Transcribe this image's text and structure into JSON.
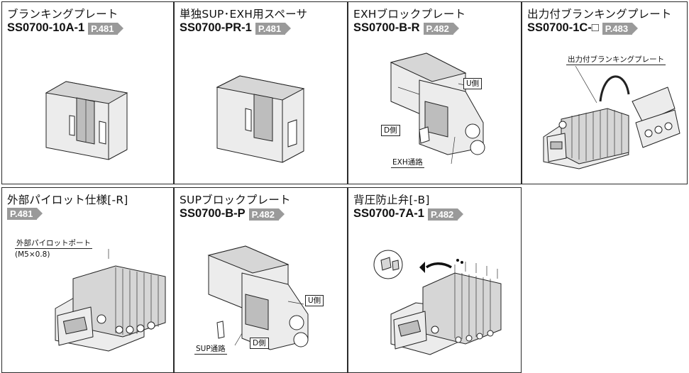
{
  "cells": [
    {
      "title": "ブランキングプレート",
      "code": "SS0700-10A-1",
      "page": "P.481"
    },
    {
      "title": "単独SUP･EXH用スペーサ",
      "code": "SS0700-PR-1",
      "page": "P.481"
    },
    {
      "title": "EXHブロックプレート",
      "code": "SS0700-B-R",
      "page": "P.482",
      "callouts": [
        "U側",
        "D側",
        "EXH通路"
      ]
    },
    {
      "title": "出力付ブランキングプレート",
      "code": "SS0700-1C-□",
      "page": "P.483",
      "callouts": [
        "出力付ブランキングプレート"
      ]
    },
    {
      "title": "外部パイロット仕様[-R]",
      "code": "",
      "page": "P.481",
      "callouts": [
        "外部パイロットポート",
        "(M5×0.8)"
      ]
    },
    {
      "title": "SUPブロックプレート",
      "code": "SS0700-B-P",
      "page": "P.482",
      "callouts": [
        "U側",
        "SUP通路",
        "D側"
      ]
    },
    {
      "title": "背圧防止弁[-B]",
      "code": "SS0700-7A-1",
      "page": "P.482"
    }
  ]
}
